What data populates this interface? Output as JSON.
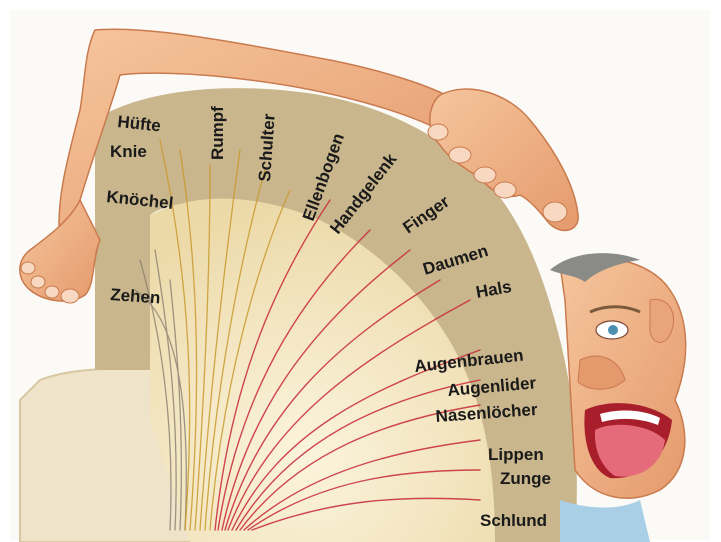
{
  "labels": {
    "huefte": "Hüfte",
    "knie": "Knie",
    "knoechel": "Knöchel",
    "zehen": "Zehen",
    "rumpf": "Rumpf",
    "schulter": "Schulter",
    "ellenbogen": "Ellenbogen",
    "handgelenk": "Handgelenk",
    "finger": "Finger",
    "daumen": "Daumen",
    "hals": "Hals",
    "augenbrauen": "Augenbrauen",
    "augenlider": "Augenlider",
    "nasenloecher": "Nasenlöcher",
    "lippen": "Lippen",
    "zunge": "Zunge",
    "schlund": "Schlund"
  },
  "colors": {
    "cortex_band": "#c9b68c",
    "inner_tissue": "#f3e6c2",
    "skin": "#f0b488",
    "skin_shadow": "#d98a5e",
    "nerve_red": "#c8283a",
    "nerve_gold": "#c99a2e",
    "nerve_grey": "#8a7f72"
  }
}
